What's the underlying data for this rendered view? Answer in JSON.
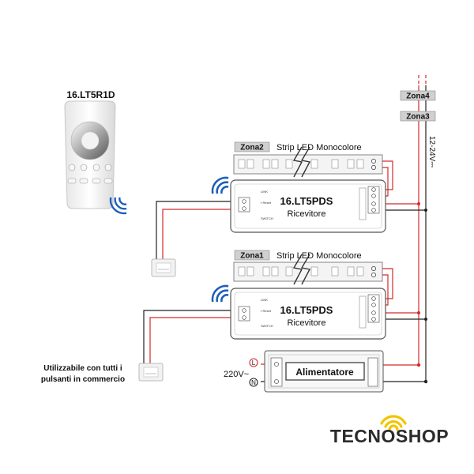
{
  "remote": {
    "model": "16.LT5R1D"
  },
  "zones": {
    "zona1": "Zona1",
    "zona2": "Zona2",
    "zona3": "Zona3",
    "zona4": "Zona4"
  },
  "strip_label": "Strip LED Monocolore",
  "receiver": {
    "model": "16.LT5PDS",
    "subtitle": "Ricevitore"
  },
  "power": {
    "label": "Alimentatore",
    "input_voltage": "220V~",
    "live": "L",
    "neutral": "N"
  },
  "voltage_label": "12-24V⎓",
  "note": {
    "line1": "Utilizzabile con tutti i",
    "line2": "pulsanti in commercio"
  },
  "brand": "TECNOSHOP",
  "colors": {
    "wire_red": "#d42a2a",
    "wire_black": "#222222",
    "wave_blue": "#1f5fb8",
    "brand_yellow": "#f2c400"
  }
}
